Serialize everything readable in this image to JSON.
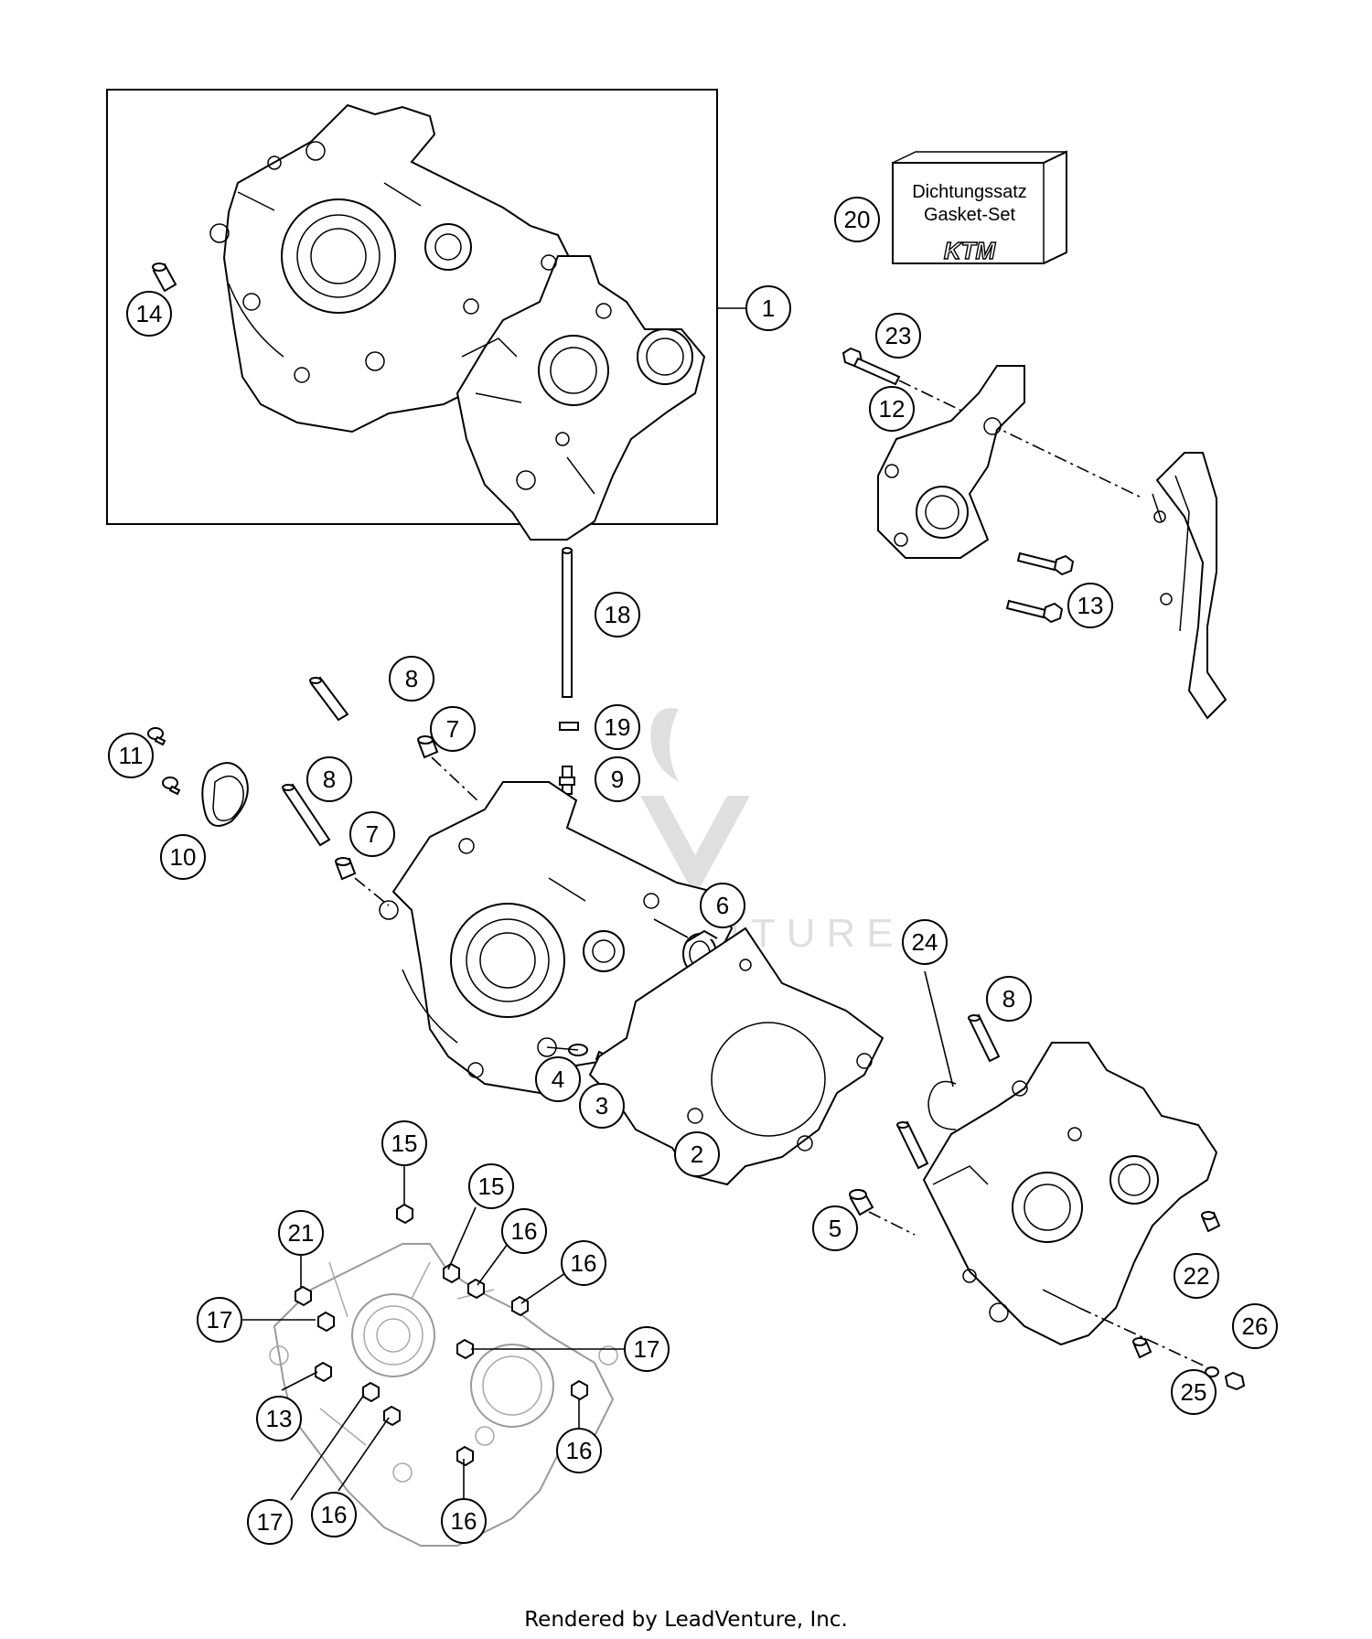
{
  "callouts": [
    {
      "label": "1"
    },
    {
      "label": "2"
    },
    {
      "label": "3"
    },
    {
      "label": "4"
    },
    {
      "label": "5"
    },
    {
      "label": "6"
    },
    {
      "label": "7"
    },
    {
      "label": "7"
    },
    {
      "label": "8"
    },
    {
      "label": "8"
    },
    {
      "label": "8"
    },
    {
      "label": "9"
    },
    {
      "label": "10"
    },
    {
      "label": "11"
    },
    {
      "label": "12"
    },
    {
      "label": "13"
    },
    {
      "label": "13"
    },
    {
      "label": "14"
    },
    {
      "label": "15"
    },
    {
      "label": "15"
    },
    {
      "label": "16"
    },
    {
      "label": "16"
    },
    {
      "label": "16"
    },
    {
      "label": "16"
    },
    {
      "label": "16"
    },
    {
      "label": "17"
    },
    {
      "label": "17"
    },
    {
      "label": "17"
    },
    {
      "label": "18"
    },
    {
      "label": "19"
    },
    {
      "label": "20"
    },
    {
      "label": "21"
    },
    {
      "label": "22"
    },
    {
      "label": "23"
    },
    {
      "label": "24"
    },
    {
      "label": "25"
    },
    {
      "label": "26"
    }
  ],
  "gasket_set": {
    "line1": "Dichtungssatz",
    "line2": "Gasket-Set",
    "logo": "KTM"
  },
  "footer": "Rendered by LeadVenture, Inc.",
  "watermark": "LEADVENTURE",
  "colors": {
    "line": "#000000",
    "light_part": "#9a9a9a",
    "background": "#ffffff"
  }
}
